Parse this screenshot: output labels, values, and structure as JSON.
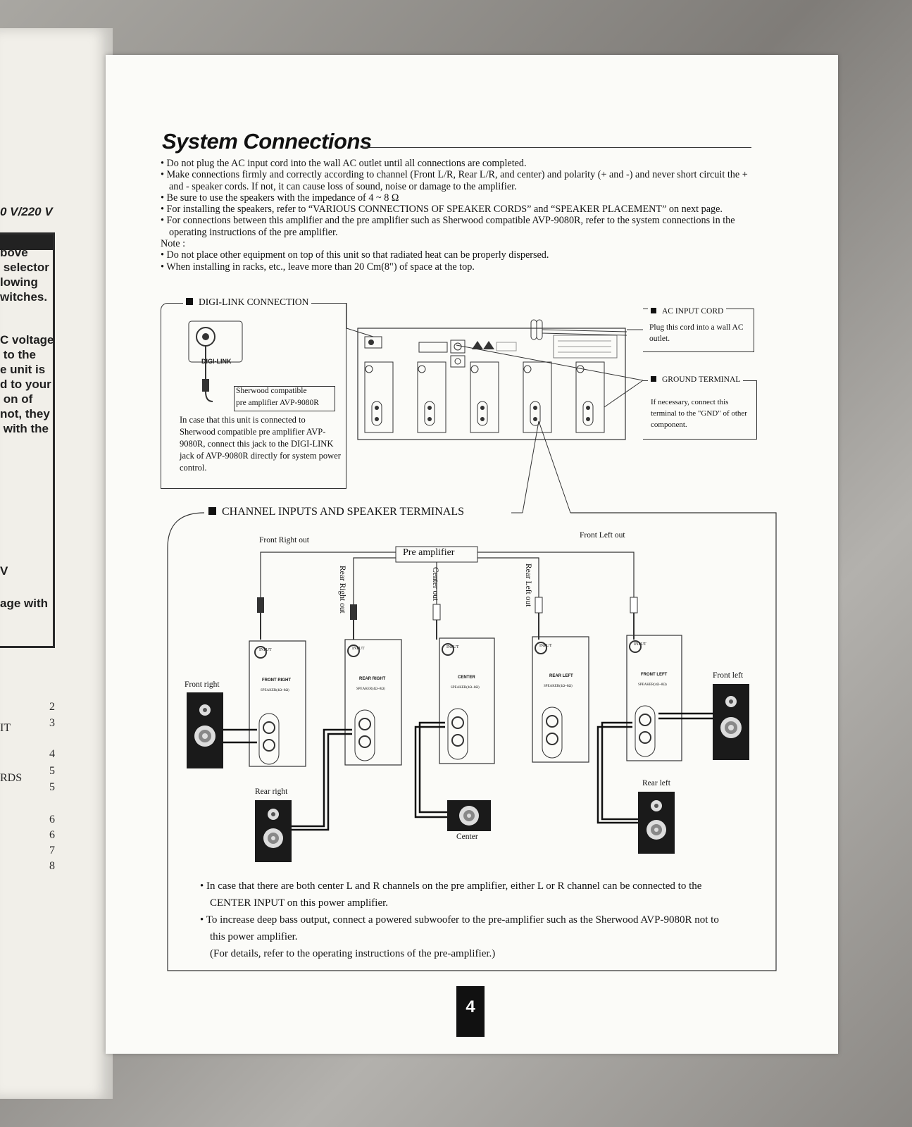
{
  "left_page": {
    "texts": [
      "0 V/220 V",
      "bove\n selector\nlowing\nwitches.",
      "C voltage\n to the\ne unit is\nd to your\n on of\nnot, they\n with the",
      "V",
      "age with"
    ],
    "toc_items": [
      "IT",
      "RDS"
    ],
    "toc_pages": [
      "2",
      "3",
      "4",
      "5",
      "5",
      "6",
      "6",
      "7",
      "8"
    ]
  },
  "title": "System Connections",
  "bullets": [
    "Do not plug the AC input cord into the wall AC outlet until all connections are completed.",
    "Make connections firmly and correctly according to channel (Front L/R, Rear L/R, and center) and polarity (+ and -) and never short circuit the + and - speaker cords. If not, it can cause loss of sound, noise or damage to the amplifier.",
    "Be sure to use the speakers with the impedance of 4 ~ 8 Ω",
    "For installing the speakers, refer to “VARIOUS CONNECTIONS OF SPEAKER CORDS” and “SPEAKER PLACEMENT” on next page.",
    "For connections between this amplifier and the pre amplifier such as Sherwood compatible AVP-9080R, refer to the system connections in the operating instructions of the pre amplifier."
  ],
  "note_label": "Note :",
  "note_bullets": [
    "Do not place other equipment on top of this unit so that radiated heat can be properly dispersed.",
    "When installing in racks, etc., leave more than 20 Cm(8\") of space at the top."
  ],
  "digilink": {
    "title": "DIGI-LINK CONNECTION",
    "jack_label": "DIGI-LINK",
    "callout_line1": "Sherwood compatible",
    "callout_line2": "pre amplifier AVP-9080R",
    "description": "In case that this unit is connected to Sherwood compatible pre amplifier AVP-9080R, connect this jack to the DIGI-LINK jack of AVP-9080R directly for system power control."
  },
  "ac_input": {
    "title": "AC INPUT CORD",
    "description": "Plug this cord into a wall AC outlet."
  },
  "ground": {
    "title": "GROUND TERMINAL",
    "description": "If necessary, connect this terminal to the \"GND\" of other component."
  },
  "channel_section": {
    "title": "CHANNEL INPUTS AND SPEAKER TERMINALS",
    "pre_amplifier": "Pre amplifier",
    "outs": {
      "front_right": "Front Right out",
      "front_left": "Front Left out",
      "rear_right": "Rear Right out",
      "center": "Center out",
      "rear_left": "Rear Left out"
    },
    "speakers": {
      "front_right": "Front right",
      "front_left": "Front left",
      "rear_right": "Rear right",
      "rear_left": "Rear left",
      "center": "Center"
    },
    "modules": [
      {
        "name": "FRONT RIGHT"
      },
      {
        "name": "REAR RIGHT"
      },
      {
        "name": "CENTER"
      },
      {
        "name": "REAR LEFT"
      },
      {
        "name": "FRONT LEFT"
      }
    ],
    "input_tag": "INPUT",
    "speaker_tag": "SPEAKER(4Ω~8Ω)"
  },
  "footnotes": [
    "In case that there are both center L and R channels on the pre amplifier, either L or R channel can be connected to the CENTER INPUT on this power amplifier.",
    "To increase deep bass output, connect a powered subwoofer to the pre-amplifier such as the Sherwood AVP-9080R not to this power amplifier."
  ],
  "footnote_extra": "(For details, refer to the operating instructions of the pre-amplifier.)",
  "page_number": "4"
}
